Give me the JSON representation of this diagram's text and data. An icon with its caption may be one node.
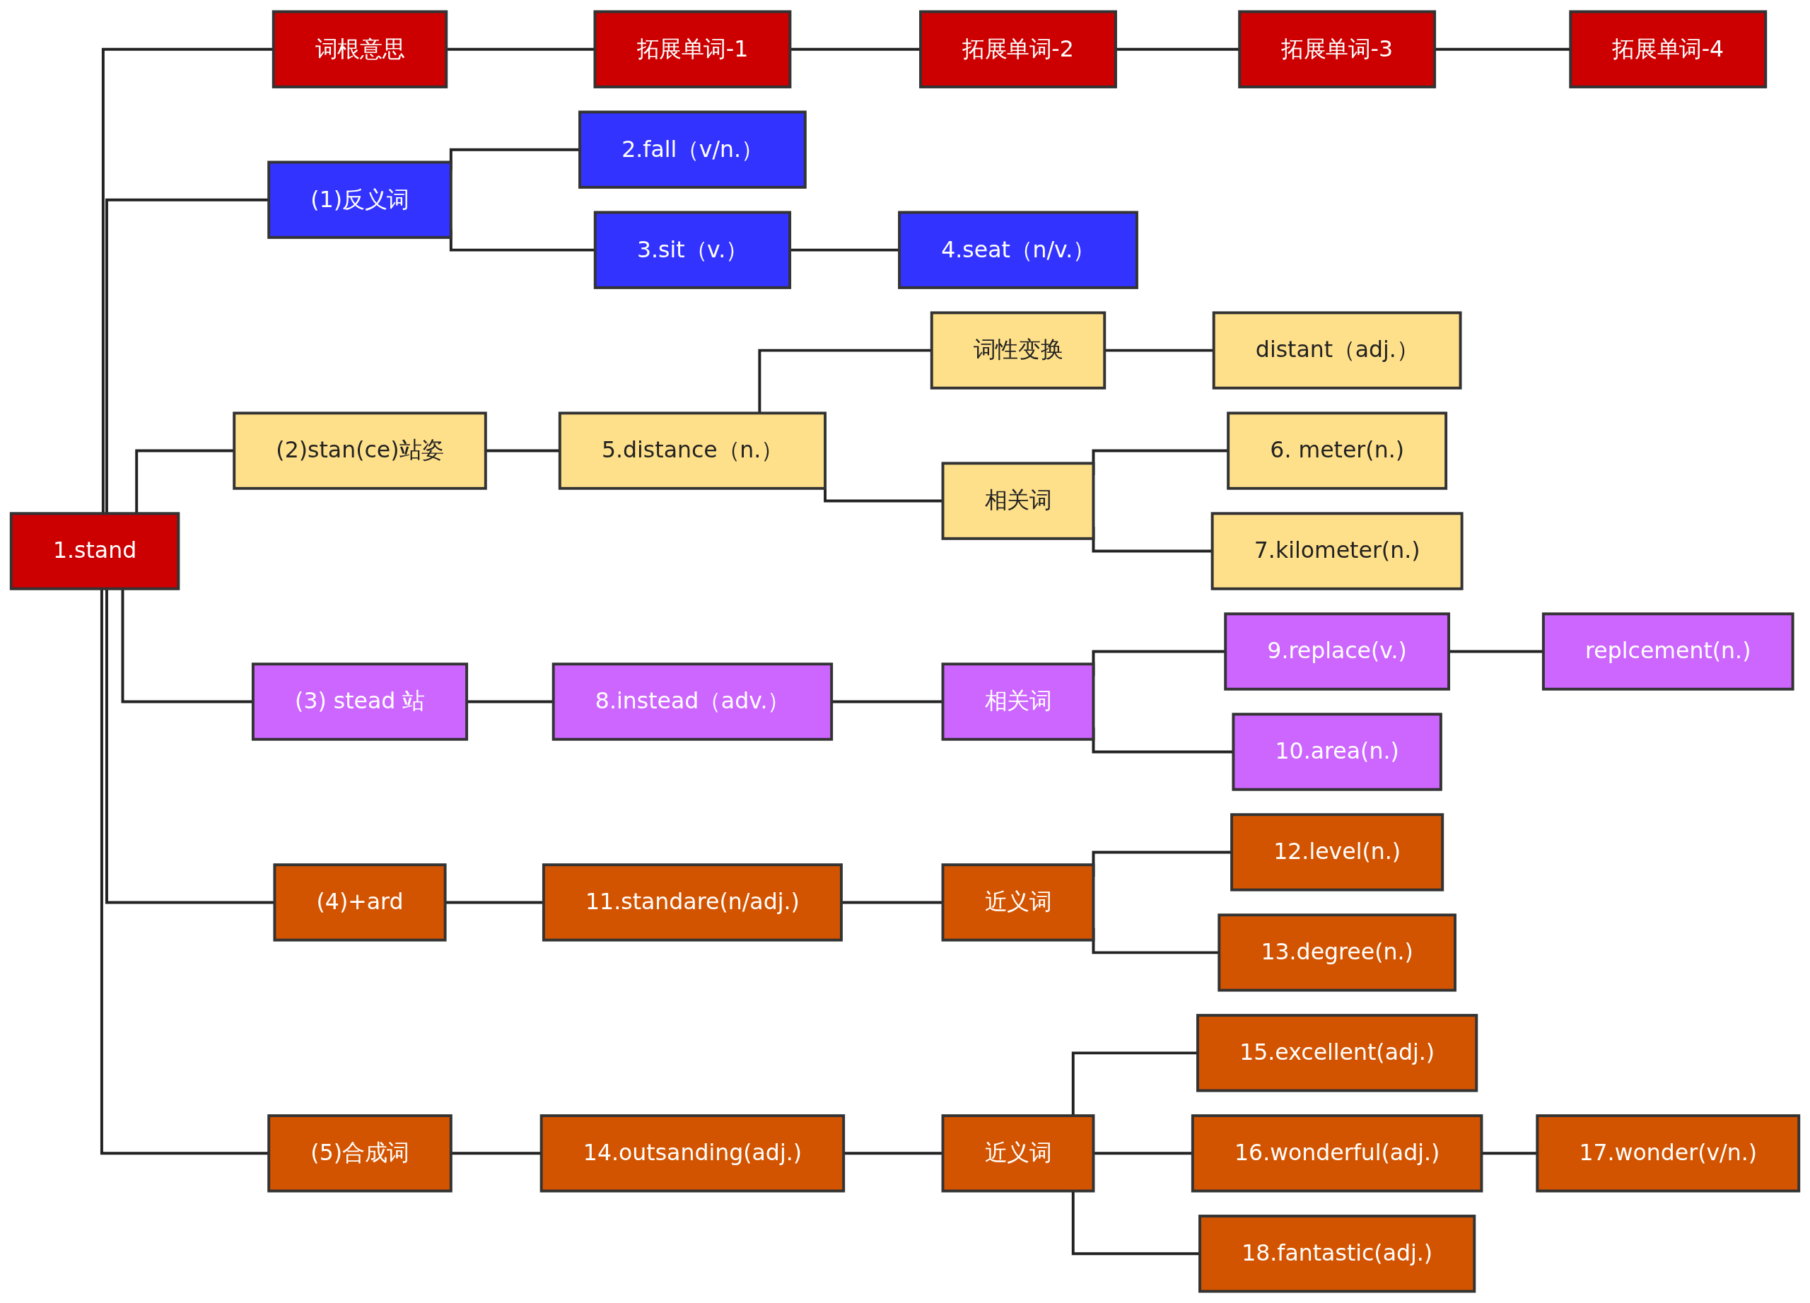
{
  "diagram": {
    "nodes": [
      {
        "text": [
          "1.stand"
        ]
      },
      {
        "text": [
          "词根意思"
        ]
      },
      {
        "text": [
          "拓展单词-1"
        ]
      },
      {
        "text": [
          "拓展单词-2"
        ]
      },
      {
        "text": [
          "拓展单词-3"
        ]
      },
      {
        "text": [
          "拓展单词-4"
        ]
      },
      {
        "text": [
          "(1)反义词"
        ]
      },
      {
        "text": [
          "2.fall（v/n.）"
        ]
      },
      {
        "text": [
          "3.sit（v.）"
        ]
      },
      {
        "text": [
          "4.seat（n/v.）"
        ]
      },
      {
        "text": [
          "(2)stan(ce)站姿"
        ]
      },
      {
        "text": [
          "5.distance（n.）"
        ]
      },
      {
        "text": [
          "词性变换"
        ]
      },
      {
        "text": [
          "distant（adj.）"
        ]
      },
      {
        "text": [
          "相关词"
        ]
      },
      {
        "text": [
          "6. meter(n.)"
        ]
      },
      {
        "text": [
          "7.kilometer(n.)"
        ]
      },
      {
        "text": [
          "(3) stead 站"
        ]
      },
      {
        "text": [
          "8.instead（adv.）"
        ]
      },
      {
        "text": [
          "相关词"
        ]
      },
      {
        "text": [
          "9.replace(v.)"
        ]
      },
      {
        "text": [
          "replcement(n.)"
        ]
      },
      {
        "text": [
          "10.area(n.)"
        ]
      },
      {
        "text": [
          "(4)+ard"
        ]
      },
      {
        "text": [
          "11.standare(n/adj.)"
        ]
      },
      {
        "text": [
          "近义词"
        ]
      },
      {
        "text": [
          "12.level(n.)"
        ]
      },
      {
        "text": [
          "13.degree(n.)"
        ]
      },
      {
        "text": [
          "(5)合成词"
        ]
      },
      {
        "text": [
          "14.outsanding(adj.)"
        ]
      },
      {
        "text": [
          "近义词"
        ]
      },
      {
        "text": [
          "15.excellent(adj.)"
        ]
      },
      {
        "text": [
          "16.wonderful(adj.)"
        ]
      },
      {
        "text": [
          "17.wonder(v/n.)"
        ]
      },
      {
        "text": [
          "18.fantastic(adj.)"
        ]
      }
    ],
    "edges": [
      {
        "from": 0,
        "to": 1,
        "arrow": "none"
      },
      {
        "from": 0,
        "to": 6,
        "arrow": "none"
      },
      {
        "from": 0,
        "to": 10,
        "arrow": "none"
      },
      {
        "from": 0,
        "to": 17,
        "arrow": "none"
      },
      {
        "from": 0,
        "to": 23,
        "arrow": "none"
      },
      {
        "from": 0,
        "to": 28,
        "arrow": "none"
      },
      {
        "from": 1,
        "to": 2,
        "arrow": "none"
      },
      {
        "from": 2,
        "to": 3,
        "arrow": "none"
      },
      {
        "from": 3,
        "to": 4,
        "arrow": "none"
      },
      {
        "from": 4,
        "to": 5,
        "arrow": "none"
      },
      {
        "from": 6,
        "to": 7,
        "arrow": "none"
      },
      {
        "from": 6,
        "to": 8,
        "arrow": "none"
      },
      {
        "from": 8,
        "to": 9,
        "arrow": "none"
      },
      {
        "from": 10,
        "to": 11,
        "arrow": "none"
      },
      {
        "from": 11,
        "to": 12,
        "arrow": "none"
      },
      {
        "from": 11,
        "to": 14,
        "arrow": "none"
      },
      {
        "from": 12,
        "to": 13,
        "arrow": "none"
      },
      {
        "from": 14,
        "to": 15,
        "arrow": "none"
      },
      {
        "from": 14,
        "to": 16,
        "arrow": "none"
      },
      {
        "from": 17,
        "to": 18,
        "arrow": "none"
      },
      {
        "from": 18,
        "to": 19,
        "arrow": "none"
      },
      {
        "from": 19,
        "to": 20,
        "arrow": "none"
      },
      {
        "from": 19,
        "to": 22,
        "arrow": "none"
      },
      {
        "from": 20,
        "to": 21,
        "arrow": "none"
      },
      {
        "from": 23,
        "to": 24,
        "arrow": "none"
      },
      {
        "from": 24,
        "to": 25,
        "arrow": "none"
      },
      {
        "from": 25,
        "to": 26,
        "arrow": "none"
      },
      {
        "from": 25,
        "to": 27,
        "arrow": "none"
      },
      {
        "from": 28,
        "to": 29,
        "arrow": "none"
      },
      {
        "from": 29,
        "to": 30,
        "arrow": "none"
      },
      {
        "from": 30,
        "to": 31,
        "arrow": "none"
      },
      {
        "from": 30,
        "to": 32,
        "arrow": "none"
      },
      {
        "from": 30,
        "to": 34,
        "arrow": "none"
      },
      {
        "from": 32,
        "to": 33,
        "arrow": "none"
      }
    ]
  }
}
